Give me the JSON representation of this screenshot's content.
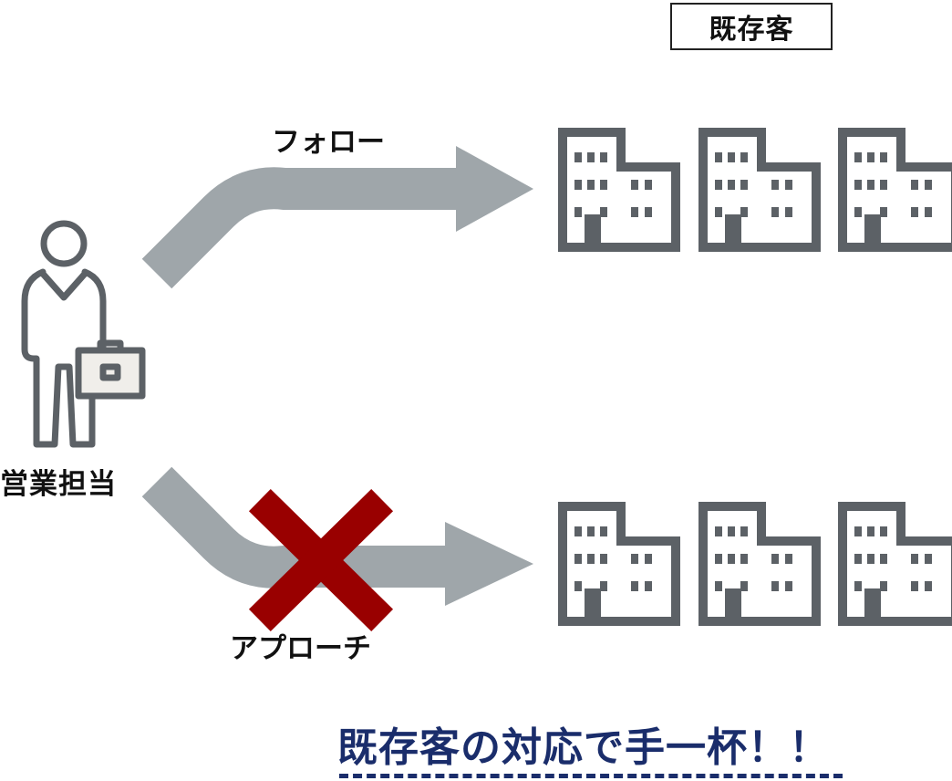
{
  "title_box": {
    "text": "既存客"
  },
  "arrow_top": {
    "label": "フォロー"
  },
  "arrow_bottom": {
    "label": "アプローチ"
  },
  "person": {
    "label": "営業担当"
  },
  "message": {
    "text": "既存客の対応で手一杯！！"
  },
  "icons": {
    "person": "salesperson-with-briefcase-icon",
    "building": "office-building-icon",
    "cross": "x-cross-icon"
  },
  "colors": {
    "arrow": "#9fa6aa",
    "icon_stroke": "#5c6166",
    "cross": "#990000",
    "message": "#1a2d6b",
    "briefcase_fill": "#f0eeea"
  }
}
